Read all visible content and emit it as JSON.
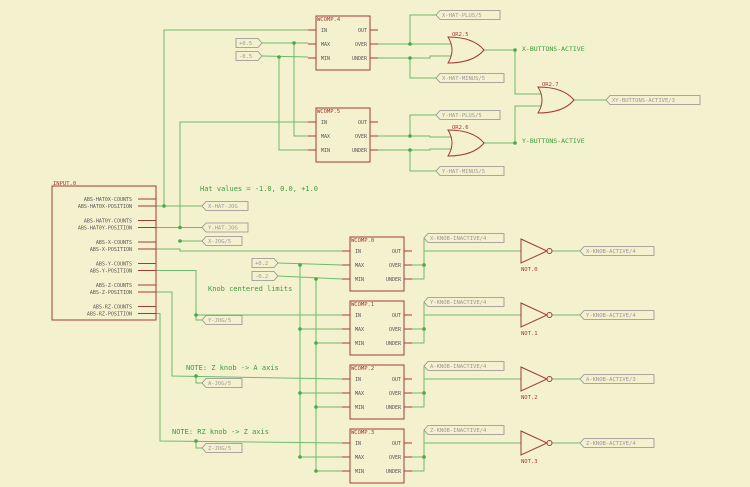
{
  "colors": {
    "background": "#f4f1cf",
    "wire": "#6dbb6d",
    "symbol": "#a33a3a",
    "flag": "#8f8f8f",
    "label": "#3c9b3c"
  },
  "input_block": {
    "title": "INPUT.0",
    "pins": [
      "ABS-HAT0X-COUNTS",
      "ABS-HAT0X-POSITION",
      "ABS-HAT0Y-COUNTS",
      "ABS-HAT0Y-POSITION",
      "ABS-X-COUNTS",
      "ABS-X-POSITION",
      "ABS-Y-COUNTS",
      "ABS-Y-POSITION",
      "ABS-Z-COUNTS",
      "ABS-Z-POSITION",
      "ABS-RZ-COUNTS",
      "ABS-RZ-POSITION"
    ]
  },
  "hat_constants": {
    "pos": "+0.5",
    "neg": "-0.5"
  },
  "knob_constants": {
    "pos": "+0.2",
    "neg": "-0.2"
  },
  "pin_labels": {
    "in": "IN",
    "max": "MAX",
    "min": "MIN",
    "out": "OUT",
    "over": "OVER",
    "under": "UNDER"
  },
  "hat_comparators": [
    {
      "title": "WCOMP.4",
      "plus_flag": "X-HAT-PLUS/5",
      "minus_flag": "X-HAT-MINUS/5",
      "or_title": "OR2.5",
      "or_net": "X-BUTTONS-ACTIVE"
    },
    {
      "title": "WCOMP.5",
      "plus_flag": "Y-HAT-PLUS/5",
      "minus_flag": "Y-HAT-MINUS/5",
      "or_title": "OR2.6",
      "or_net": "Y-BUTTONS-ACTIVE"
    }
  ],
  "final_or": {
    "title": "OR2.7",
    "flag": "XY-BUTTONS-ACTIVE/3"
  },
  "hat_flags": [
    "X-HAT-JOG",
    "Y-HAT-JOG"
  ],
  "axis_flags": [
    "X-JOG/5",
    "Y-JOG/5",
    "A-JOG/5",
    "Z-JOG/5"
  ],
  "knob_comparators": [
    {
      "title": "WCOMP.0",
      "inactive_flag": "X-KNOB-INACTIVE/4",
      "not_title": "NOT.0",
      "active_flag": "X-KNOB-ACTIVE/4"
    },
    {
      "title": "WCOMP.1",
      "inactive_flag": "Y-KNOB-INACTIVE/4",
      "not_title": "NOT.1",
      "active_flag": "Y-KNOB-ACTIVE/4"
    },
    {
      "title": "WCOMP.2",
      "inactive_flag": "A-KNOB-INACTIVE/4",
      "not_title": "NOT.2",
      "active_flag": "A-KNOB-ACTIVE/3"
    },
    {
      "title": "WCOMP.3",
      "inactive_flag": "Z-KNOB-INACTIVE/4",
      "not_title": "NOT.3",
      "active_flag": "Z-KNOB-ACTIVE/4"
    }
  ],
  "notes": {
    "hat_values": "Hat values = -1.0, 0.0, +1.0",
    "knob_limits": "Knob centered limits",
    "z_knob": "NOTE: Z knob -> A axis",
    "rz_knob": "NOTE: RZ knob -> Z axis"
  }
}
